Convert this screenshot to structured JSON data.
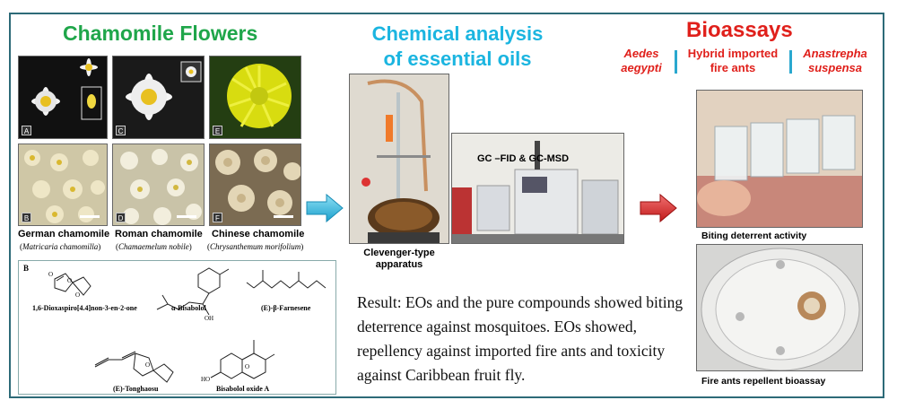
{
  "headings": {
    "flowers": "Chamomile Flowers",
    "chem_line1": "Chemical analysis",
    "chem_line2": "of essential oils",
    "bio": "Bioassays"
  },
  "bioassay_targets": [
    {
      "line1": "Aedes",
      "line2": "aegypti",
      "italic": true
    },
    {
      "line1": "Hybrid imported",
      "line2": "fire ants",
      "italic": false
    },
    {
      "line1": "Anastrepha",
      "line2": "suspensa",
      "italic": true
    }
  ],
  "flower_panels": {
    "tags": [
      "A",
      "C",
      "E",
      "B",
      "D",
      "F"
    ]
  },
  "flower_captions": [
    {
      "common": "German chamomile",
      "sci": "Matricaria chamomilla"
    },
    {
      "common": "Roman chamomile",
      "sci": "Chamaemelum nobile"
    },
    {
      "common": "Chinese chamomile",
      "sci": "Chrysanthemum morifolium"
    }
  ],
  "chem_panel": {
    "label": "B",
    "compounds": [
      "1,6-Dioxaspiro[4.4]non-3-en-2-one",
      "α-Bisabolol",
      "(E)-β-Farnesene",
      "(E)-Tonghaosu",
      "Bisabolol oxide A"
    ],
    "atom_labels": [
      "O",
      "O",
      "O",
      "OH",
      "O",
      "O",
      "HO"
    ]
  },
  "apparatus": {
    "line1": "Clevenger-type",
    "line2": "apparatus",
    "gc_label": "GC –FID & GC-MSD"
  },
  "bioassay_captions": {
    "top": "Biting deterrent activity",
    "bottom": "Fire ants repellent bioassay"
  },
  "result_text": "Result: EOs and the pure compounds showed biting deterrence against mosquitoes. EOs showed, repellency against imported fire ants and toxicity against Caribbean fruit fly.",
  "colors": {
    "green": "#1fa64a",
    "cyan": "#1bb5e0",
    "red": "#e0201b",
    "frame": "#2d6a78"
  }
}
